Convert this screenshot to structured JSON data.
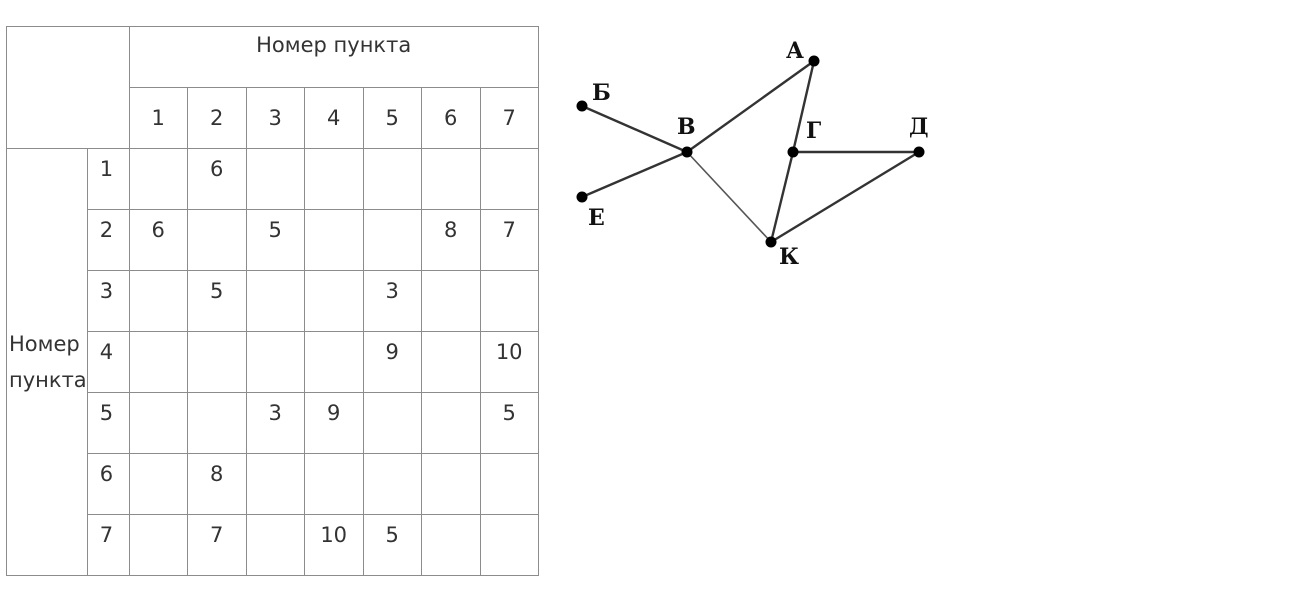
{
  "table": {
    "column_header": "Номер пункта",
    "row_header": "Номер\nпункта",
    "column_numbers": [
      "1",
      "2",
      "3",
      "4",
      "5",
      "6",
      "7"
    ],
    "rows": [
      {
        "label": "1",
        "cells": [
          "",
          "6",
          "",
          "",
          "",
          "",
          ""
        ]
      },
      {
        "label": "2",
        "cells": [
          "6",
          "",
          "5",
          "",
          "",
          "8",
          "7"
        ]
      },
      {
        "label": "3",
        "cells": [
          "",
          "5",
          "",
          "",
          "3",
          "",
          ""
        ]
      },
      {
        "label": "4",
        "cells": [
          "",
          "",
          "",
          "",
          "9",
          "",
          "10"
        ]
      },
      {
        "label": "5",
        "cells": [
          "",
          "",
          "3",
          "9",
          "",
          "",
          "5"
        ]
      },
      {
        "label": "6",
        "cells": [
          "",
          "8",
          "",
          "",
          "",
          "",
          ""
        ]
      },
      {
        "label": "7",
        "cells": [
          "",
          "7",
          "",
          "10",
          "5",
          "",
          ""
        ]
      }
    ]
  },
  "graph": {
    "nodes": [
      {
        "id": "A",
        "label": "А"
      },
      {
        "id": "B6",
        "label": "Б"
      },
      {
        "id": "V",
        "label": "В"
      },
      {
        "id": "G",
        "label": "Г"
      },
      {
        "id": "D",
        "label": "Д"
      },
      {
        "id": "E",
        "label": "Е"
      },
      {
        "id": "K",
        "label": "К"
      }
    ],
    "edges": [
      [
        "B6",
        "V"
      ],
      [
        "E",
        "V"
      ],
      [
        "V",
        "A"
      ],
      [
        "V",
        "K"
      ],
      [
        "A",
        "G"
      ],
      [
        "G",
        "K"
      ],
      [
        "G",
        "D"
      ],
      [
        "K",
        "D"
      ]
    ]
  }
}
